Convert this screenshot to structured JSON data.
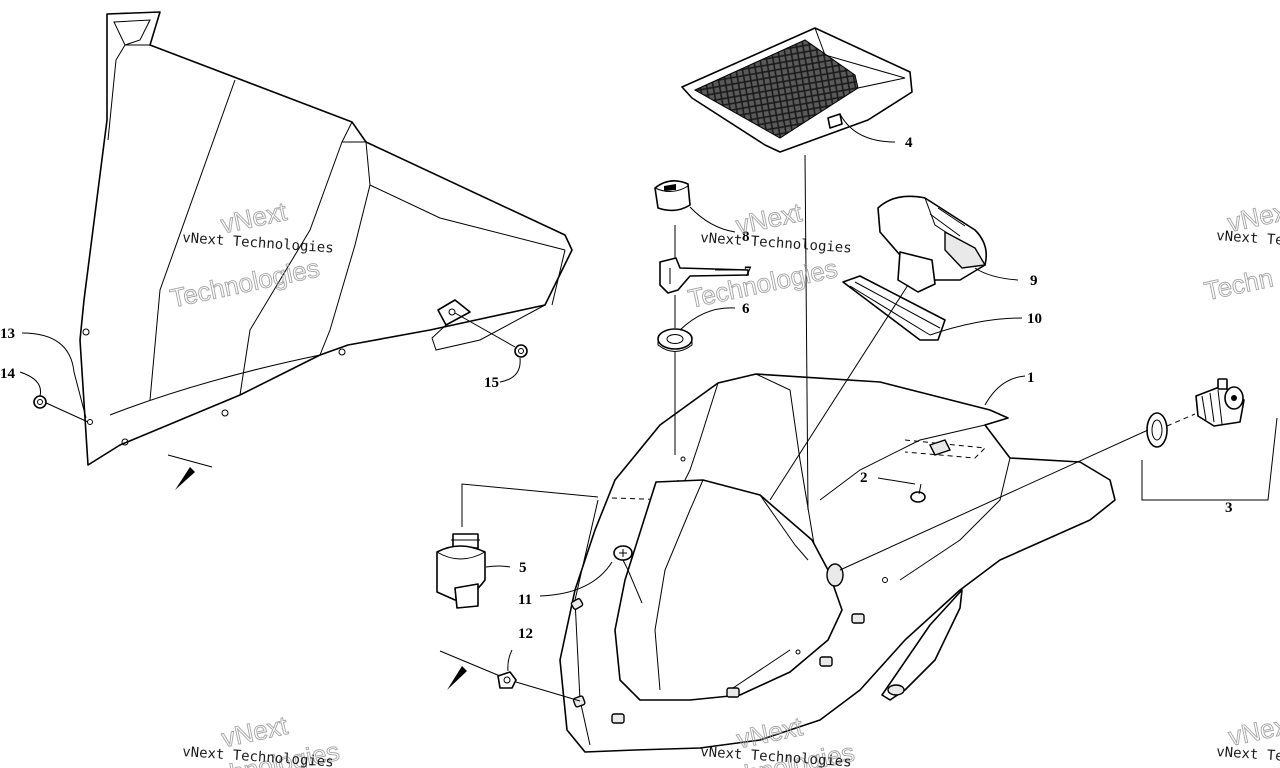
{
  "callouts": [
    "1",
    "2",
    "3",
    "4",
    "5",
    "6",
    "7",
    "8",
    "9",
    "10",
    "11",
    "12",
    "13",
    "14",
    "15"
  ],
  "watermark": {
    "top": "vNext",
    "bottom": "Technologies",
    "full": "vNext Technologies",
    "edge_top": "vNex",
    "edge_bottom": "Techn",
    "edge_full": "vNext Te"
  }
}
